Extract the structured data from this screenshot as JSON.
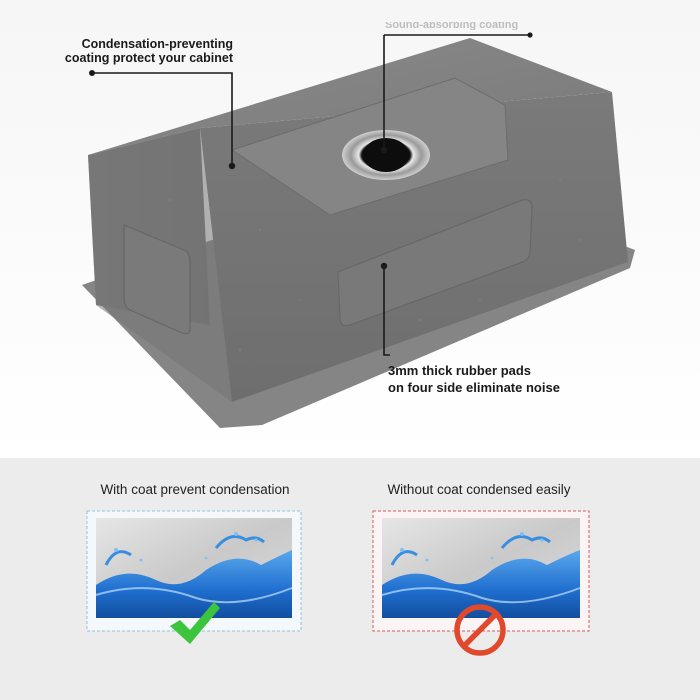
{
  "callouts": {
    "coating": {
      "line1": "Condensation-preventing",
      "line2": "coating protect your cabinet"
    },
    "top_right": "Sound-absorbing coating",
    "pads": {
      "line1": "3mm thick rubber pads",
      "line2": "on four side eliminate noise"
    }
  },
  "comparison": {
    "with_coat": {
      "title": "With coat prevent condensation",
      "status_icon": "green-check-icon"
    },
    "without_coat": {
      "title": "Without coat condensed easily",
      "status_icon": "red-prohibited-icon"
    }
  },
  "colors": {
    "sink_gray": "#7c7c7c",
    "water_blue": "#2a7ad8",
    "check_green": "#3cc43c",
    "prohibit_red": "#e0492c",
    "with_border": "#7ab8d8",
    "without_border": "#d85a5a"
  }
}
